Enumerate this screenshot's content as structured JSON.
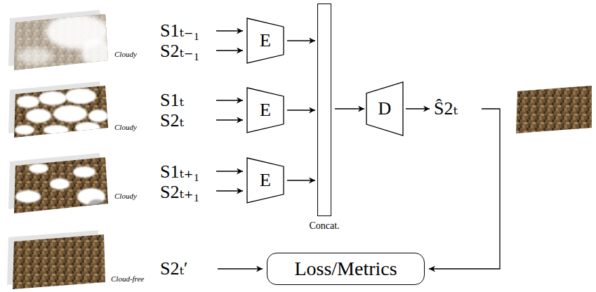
{
  "diagram": {
    "nodes": [
      {
        "text": [
          "E"
        ]
      },
      {
        "text": [
          "E"
        ]
      },
      {
        "text": [
          "E"
        ]
      },
      {
        "text": [
          "Concat."
        ]
      },
      {
        "text": [
          "D"
        ]
      },
      {
        "text": [
          "Loss/Metrics"
        ]
      }
    ],
    "edges": [
      {
        "from": 0,
        "to": 3,
        "arrow": "to"
      },
      {
        "from": 1,
        "to": 3,
        "arrow": "to"
      },
      {
        "from": 2,
        "to": 3,
        "arrow": "to"
      },
      {
        "from": 3,
        "to": 4,
        "arrow": "to"
      }
    ],
    "labels": [
      "Cloudy",
      "S1ₜ₋₁",
      "S2ₜ₋₁",
      "Cloudy",
      "S1ₜ",
      "S2ₜ",
      "Cloudy",
      "S1ₜ₊₁",
      "S2ₜ₊₁",
      "Ŝ2ₜ",
      "Cloud-free",
      "S2ₜ′"
    ]
  }
}
